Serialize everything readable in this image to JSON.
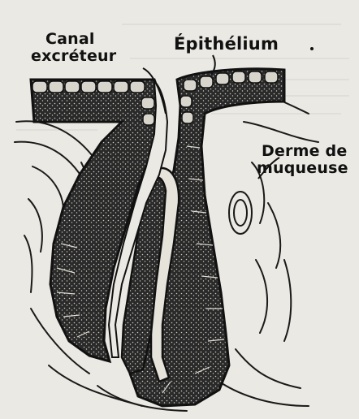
{
  "labels": {
    "canal_line1": "Canal",
    "canal_line2": "excréteur",
    "epithelium": "Épithélium",
    "derme_line1": "Derme de",
    "derme_line2": "muqueuse"
  },
  "colors": {
    "paper": "#ebe9e3",
    "ink": "#141414",
    "cell_light": "#d8d5cc"
  }
}
